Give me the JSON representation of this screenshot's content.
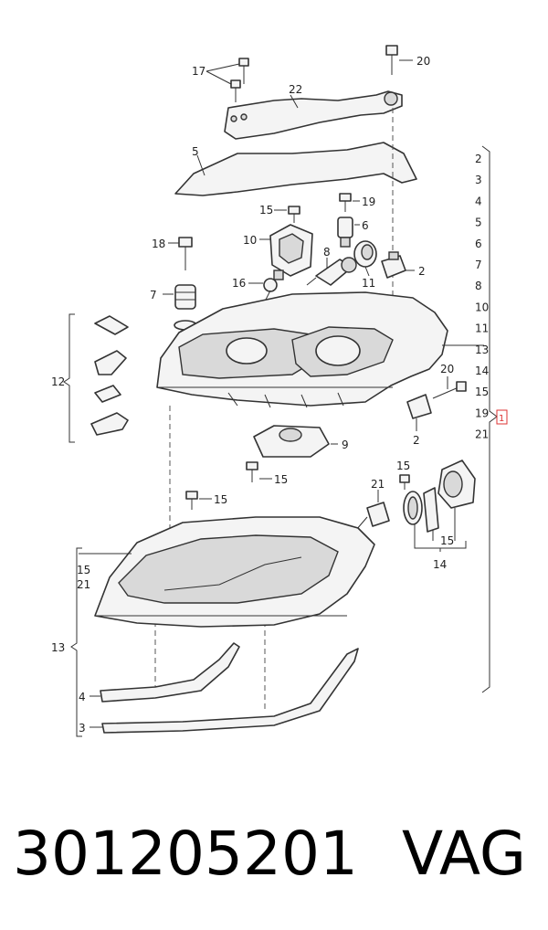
{
  "diagram": {
    "callouts": {
      "c17": "17",
      "c20_top": "20",
      "c22": "22",
      "c5": "5",
      "c15_a": "15",
      "c19": "19",
      "c6": "6",
      "c18": "18",
      "c10": "10",
      "c8": "8",
      "c2_a": "2",
      "c7": "7",
      "c16": "16",
      "c11": "11",
      "c12": "12",
      "c20_mid": "20",
      "c2_b": "2",
      "c9": "9",
      "c15_b": "15",
      "c15_c": "15",
      "c21_mid": "21",
      "c15_d": "15",
      "c14": "14",
      "c15_e": "15",
      "c21_e": "21",
      "c13": "13",
      "c4": "4",
      "c3": "3",
      "c15_f": "15"
    },
    "right_list": [
      "2",
      "3",
      "4",
      "5",
      "6",
      "7",
      "8",
      "10",
      "11",
      "13",
      "14",
      "15",
      "19",
      "21"
    ],
    "right_list_marker": "1"
  },
  "footer": {
    "part_number": "301205201",
    "brand": "VAG"
  }
}
